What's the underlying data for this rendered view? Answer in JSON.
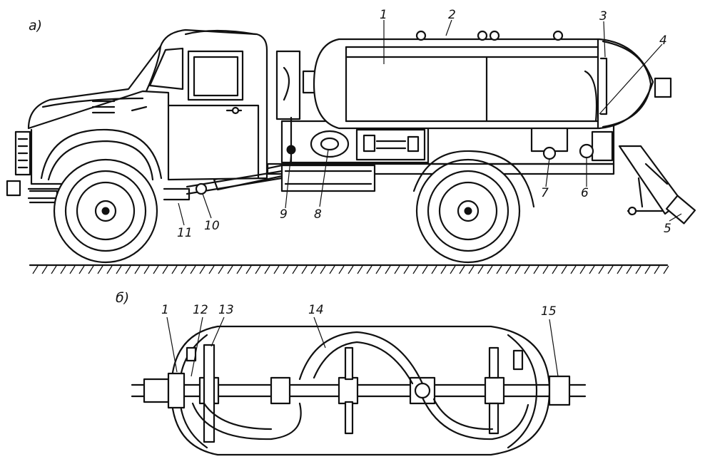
{
  "figure": {
    "section_a": "а)",
    "section_b": "б)",
    "callouts_a": [
      "1",
      "2",
      "3",
      "4",
      "5",
      "6",
      "7",
      "8",
      "9",
      "10",
      "11"
    ],
    "callouts_b": [
      "1",
      "12",
      "13",
      "14",
      "15"
    ]
  },
  "colors": {
    "ink": "#111111",
    "paper": "#ffffff"
  }
}
